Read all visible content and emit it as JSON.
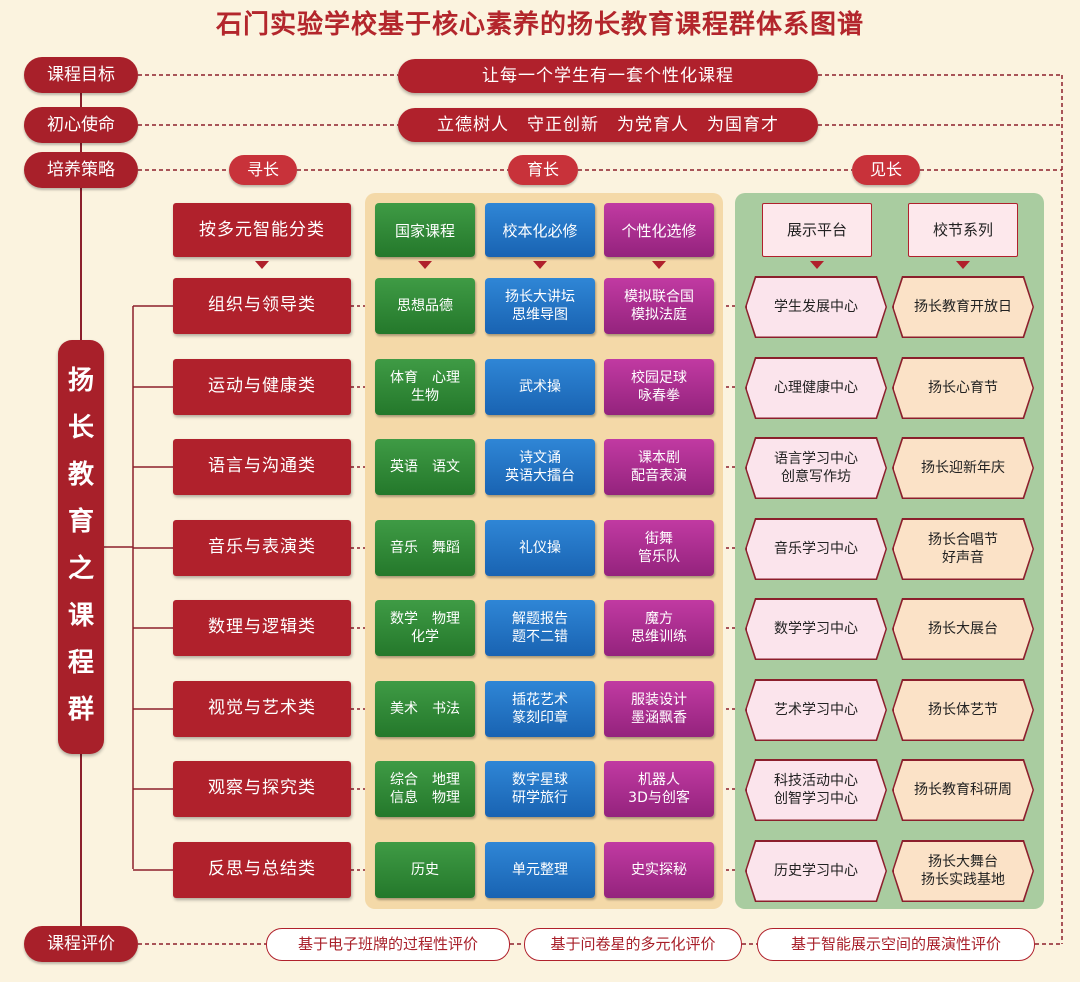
{
  "title": "石门实验学校基于核心素养的扬长教育课程群体系图谱",
  "left_labels": {
    "goal": "课程目标",
    "mission": "初心使命",
    "strategy": "培养策略",
    "evaluation": "课程评价"
  },
  "goal_text": "让每一个学生有一套个性化课程",
  "mission_text": "立德树人　守正创新　为党育人　为国育才",
  "stages": [
    "寻长",
    "育长",
    "见长"
  ],
  "spine_title": [
    "扬",
    "长",
    "教",
    "育",
    "之",
    "课",
    "程",
    "群"
  ],
  "classify_label": "按多元智能分类",
  "course_headers": [
    "国家课程",
    "校本化必修",
    "个性化选修"
  ],
  "platform_headers": [
    "展示平台",
    "校节系列"
  ],
  "rows": [
    {
      "category": "组织与领导类",
      "national": [
        "思想品德"
      ],
      "school": [
        "扬长大讲坛",
        "思维导图"
      ],
      "elective": [
        "模拟联合国",
        "模拟法庭"
      ],
      "platform": [
        "学生发展中心"
      ],
      "festival": [
        "扬长教育开放日"
      ]
    },
    {
      "category": "运动与健康类",
      "national": [
        "体育　心理",
        "生物"
      ],
      "school": [
        "武术操"
      ],
      "elective": [
        "校园足球",
        "咏春拳"
      ],
      "platform": [
        "心理健康中心"
      ],
      "festival": [
        "扬长心育节"
      ]
    },
    {
      "category": "语言与沟通类",
      "national": [
        "英语　语文"
      ],
      "school": [
        "诗文诵",
        "英语大擂台"
      ],
      "elective": [
        "课本剧",
        "配音表演"
      ],
      "platform": [
        "语言学习中心",
        "创意写作坊"
      ],
      "festival": [
        "扬长迎新年庆"
      ]
    },
    {
      "category": "音乐与表演类",
      "national": [
        "音乐　舞蹈"
      ],
      "school": [
        "礼仪操"
      ],
      "elective": [
        "街舞",
        "管乐队"
      ],
      "platform": [
        "音乐学习中心"
      ],
      "festival": [
        "扬长合唱节",
        "好声音"
      ]
    },
    {
      "category": "数理与逻辑类",
      "national": [
        "数学　物理",
        "化学"
      ],
      "school": [
        "解题报告",
        "题不二错"
      ],
      "elective": [
        "魔方",
        "思维训练"
      ],
      "platform": [
        "数学学习中心"
      ],
      "festival": [
        "扬长大展台"
      ]
    },
    {
      "category": "视觉与艺术类",
      "national": [
        "美术　书法"
      ],
      "school": [
        "插花艺术",
        "篆刻印章"
      ],
      "elective": [
        "服装设计",
        "墨涵飘香"
      ],
      "platform": [
        "艺术学习中心"
      ],
      "festival": [
        "扬长体艺节"
      ]
    },
    {
      "category": "观察与探究类",
      "national": [
        "综合　地理",
        "信息　物理"
      ],
      "school": [
        "数字星球",
        "研学旅行"
      ],
      "elective": [
        "机器人",
        "3D与创客"
      ],
      "platform": [
        "科技活动中心",
        "创智学习中心"
      ],
      "festival": [
        "扬长教育科研周"
      ]
    },
    {
      "category": "反思与总结类",
      "national": [
        "历史"
      ],
      "school": [
        "单元整理"
      ],
      "elective": [
        "史实探秘"
      ],
      "platform": [
        "历史学习中心"
      ],
      "festival": [
        "扬长大舞台",
        "扬长实践基地"
      ]
    }
  ],
  "evaluations": [
    "基于电子班牌的过程性评价",
    "基于问卷星的多元化评价",
    "基于智能展示空间的展演性评价"
  ],
  "colors": {
    "primary_red": "#b0212c",
    "green": "#2e8a35",
    "blue": "#2270c4",
    "purple": "#a82a8e",
    "mid_panel": "#f4d9a8",
    "right_panel": "#a9cca0"
  }
}
